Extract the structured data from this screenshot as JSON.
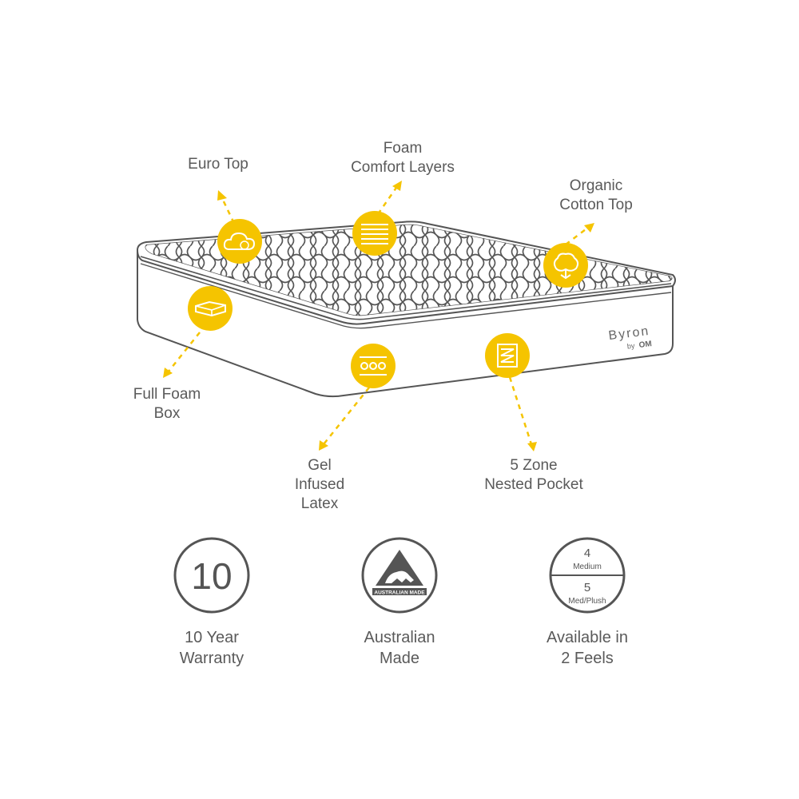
{
  "features": {
    "euro_top": [
      "Euro Top"
    ],
    "foam_comfort": [
      "Foam",
      "Comfort Layers"
    ],
    "organic_cotton": [
      "Organic",
      "Cotton Top"
    ],
    "full_foam_box": [
      "Full Foam",
      "Box"
    ],
    "gel_latex": [
      "Gel",
      "Infused",
      "Latex"
    ],
    "five_zone": [
      "5 Zone",
      "Nested Pocket"
    ]
  },
  "brand": {
    "name": "Byron",
    "by": "by",
    "maker": "OM"
  },
  "badges": {
    "warranty": {
      "number": "10",
      "lines": [
        "10 Year",
        "Warranty"
      ]
    },
    "australian": {
      "mark": "AUSTRALIAN MADE",
      "lines": [
        "Australian",
        "Made"
      ]
    },
    "feels": {
      "top_number": "4",
      "top_name": "Medium",
      "bottom_number": "5",
      "bottom_name": "Med/Plush",
      "lines": [
        "Available in",
        "2 Feels"
      ]
    }
  },
  "colors": {
    "accent": "#F5C400",
    "line": "#555555"
  },
  "icons": [
    "cloud-icon",
    "layers-icon",
    "cotton-icon",
    "foam-box-icon",
    "latex-icon",
    "zone-icon"
  ]
}
